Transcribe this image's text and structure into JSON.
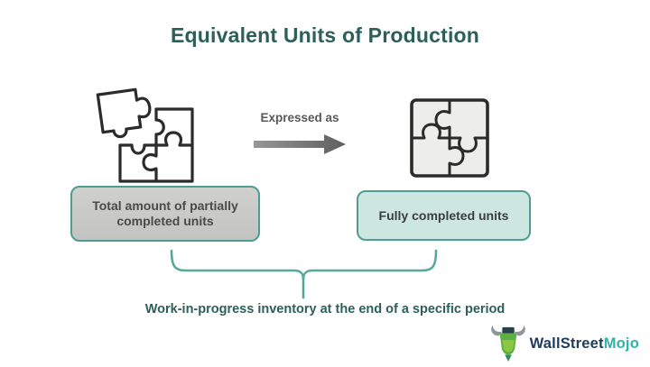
{
  "title": "Equivalent Units of Production",
  "flow": {
    "arrow_label": "Expressed as",
    "left_box_label": "Total amount of partially completed units",
    "right_box_label": "Fully completed units",
    "caption": "Work-in-progress inventory at the end of a specific period"
  },
  "icons": {
    "left": "puzzle-partial-icon",
    "right": "puzzle-complete-icon",
    "arrow": "arrow-right-icon",
    "logo": "bull-icon"
  },
  "logo": {
    "text_primary": "WallStreet",
    "text_accent": "Mojo"
  },
  "colors": {
    "heading_teal": "#2d5f5a",
    "box_border_teal": "#4f9d90",
    "left_box_fill": "#c9c9c7",
    "right_box_fill": "#cde6df",
    "brace_teal": "#57a89c",
    "arrow_gray": "#6e6e6e",
    "puzzle_outline": "#2b2b2b",
    "logo_navy": "#1e3a5c",
    "logo_teal": "#2fb3a9"
  }
}
